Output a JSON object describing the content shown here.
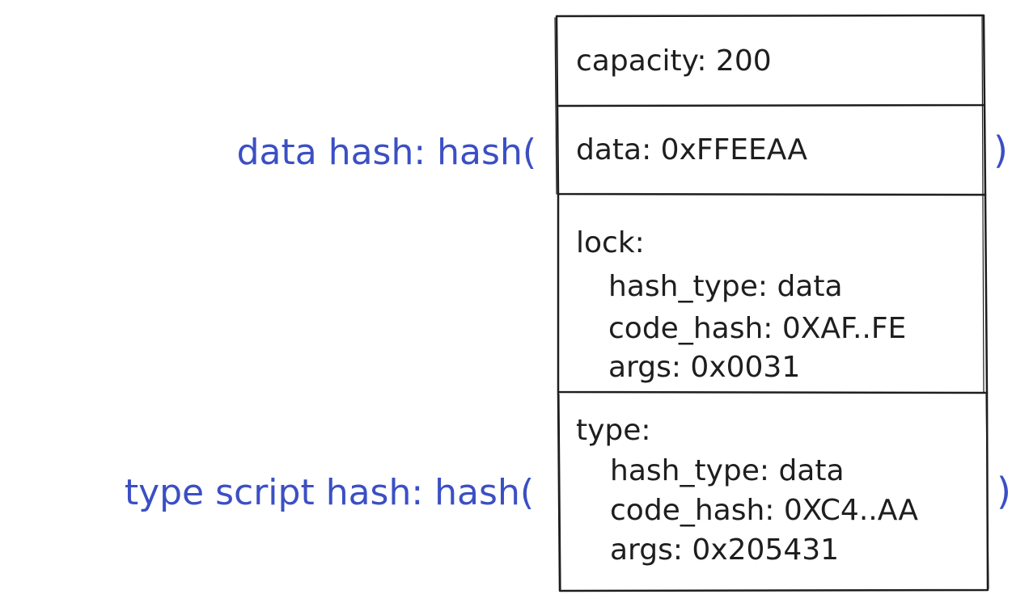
{
  "colors": {
    "box_stroke": "#1e1e1e",
    "cell_text": "#1e1e1e",
    "label_text": "#3b4fc4"
  },
  "cell": {
    "capacity": "capacity: 200",
    "data": "data: 0xFFEEAA",
    "lock": {
      "title": "lock:",
      "hash_type": "hash_type: data",
      "code_hash": "code_hash: 0XAF..FE",
      "args": "args: 0x0031"
    },
    "type": {
      "title": "type:",
      "hash_type": "hash_type: data",
      "code_hash": "code_hash: 0XC4..AA",
      "args": "args: 0x205431"
    }
  },
  "labels": {
    "data_hash": "data hash: hash(",
    "data_hash_close": ")",
    "type_script_hash": "type script hash: hash(",
    "type_script_hash_close": ")"
  }
}
